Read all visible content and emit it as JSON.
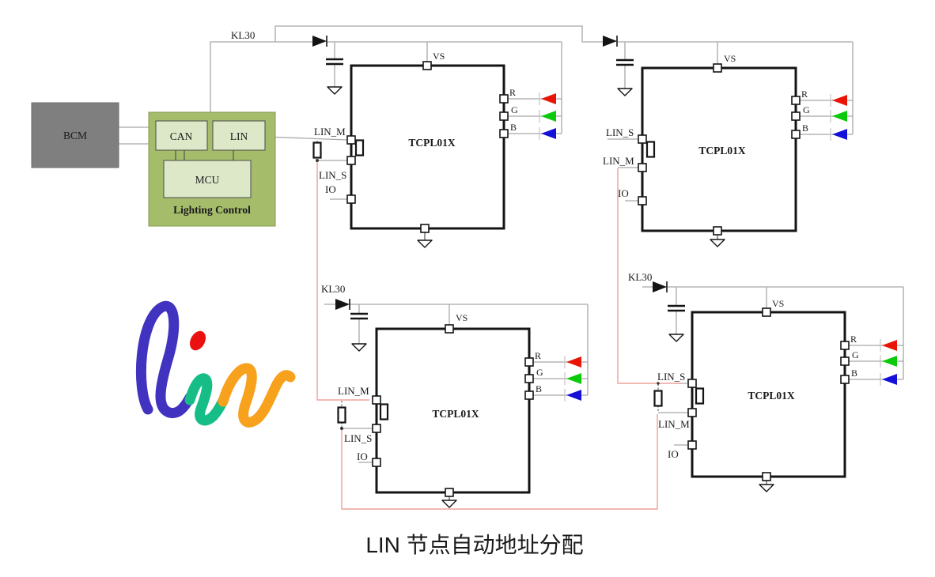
{
  "caption": "LIN 节点自动地址分配",
  "logo": {
    "text": "lin"
  },
  "bcm": {
    "label": "BCM"
  },
  "lighting_control": {
    "label": "Lighting Control",
    "can_label": "CAN",
    "lin_label": "LIN",
    "mcu_label": "MCU"
  },
  "power": {
    "kl30_top": "KL30",
    "kl30_node3": "KL30",
    "kl30_node4": "KL30"
  },
  "chips": [
    {
      "part": "TCPL01X",
      "vs": "VS",
      "pin_top": "LIN_M",
      "pin_bottom": "LIN_S",
      "io": "IO",
      "led_r": "R",
      "led_g": "G",
      "led_b": "B"
    },
    {
      "part": "TCPL01X",
      "vs": "VS",
      "pin_top": "LIN_S",
      "pin_bottom": "LIN_M",
      "io": "IO",
      "led_r": "R",
      "led_g": "G",
      "led_b": "B"
    },
    {
      "part": "TCPL01X",
      "vs": "VS",
      "pin_top": "LIN_M",
      "pin_bottom": "LIN_S",
      "io": "IO",
      "led_r": "R",
      "led_g": "G",
      "led_b": "B"
    },
    {
      "part": "TCPL01X",
      "vs": "VS",
      "pin_top": "LIN_S",
      "pin_bottom": "LIN_M",
      "io": "IO",
      "led_r": "R",
      "led_g": "G",
      "led_b": "B"
    }
  ],
  "colors": {
    "wire_gray": "#a8a8a8",
    "chain_wire_pink": "#f0a09b",
    "led_red": "#e81405",
    "led_green": "#0bc90b",
    "led_blue": "#1410d8",
    "module_green": "#a5bd6b",
    "module_green_light": "#dce8c8",
    "bcm_gray": "#7f7f7f",
    "logo_blue": "#4133bf",
    "logo_teal": "#16bd86",
    "logo_orange": "#f7a11c",
    "logo_dot_red": "#ec1111"
  }
}
